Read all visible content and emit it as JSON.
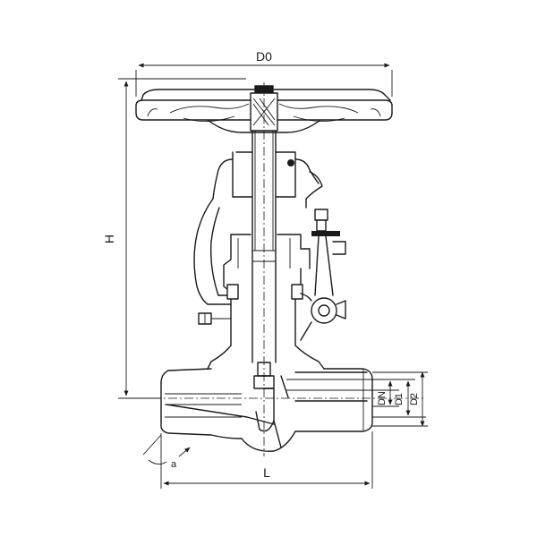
{
  "diagram": {
    "labels": {
      "d0": "D0",
      "h": "H",
      "l": "L",
      "dn": "DN",
      "d1": "D1",
      "d2": "D2",
      "angle": "a"
    }
  }
}
